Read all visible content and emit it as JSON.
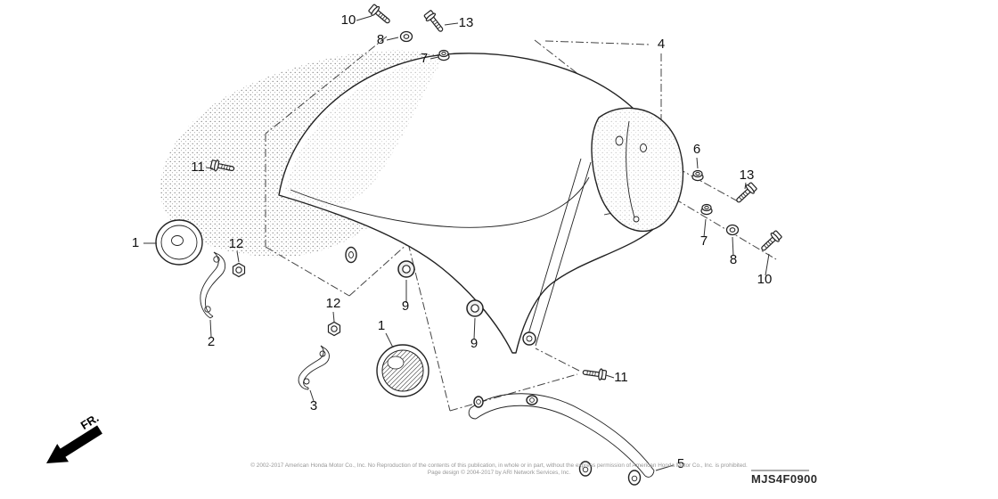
{
  "diagram": {
    "code": "MJS4F0900",
    "fr_label": "FR.",
    "callouts": [
      {
        "label": "10"
      },
      {
        "label": "8"
      },
      {
        "label": "13"
      },
      {
        "label": "7"
      },
      {
        "label": "4"
      },
      {
        "label": "11"
      },
      {
        "label": "1"
      },
      {
        "label": "12"
      },
      {
        "label": "2"
      },
      {
        "label": "12"
      },
      {
        "label": "3"
      },
      {
        "label": "1"
      },
      {
        "label": "9"
      },
      {
        "label": "9"
      },
      {
        "label": "6"
      },
      {
        "label": "13"
      },
      {
        "label": "7"
      },
      {
        "label": "8"
      },
      {
        "label": "10"
      },
      {
        "label": "11"
      },
      {
        "label": "5"
      }
    ],
    "footer": {
      "line1": "© 2002-2017 American Honda Motor Co., Inc. No Reproduction of the contents of this publication, in whole or in part, without the express permission of American Honda Motor Co., Inc. is prohibited.",
      "line2": "Page design © 2004-2017 by ARI Network Services, Inc."
    },
    "colors": {
      "line": "#222222",
      "background": "#ffffff",
      "stipple": "#777777"
    }
  }
}
